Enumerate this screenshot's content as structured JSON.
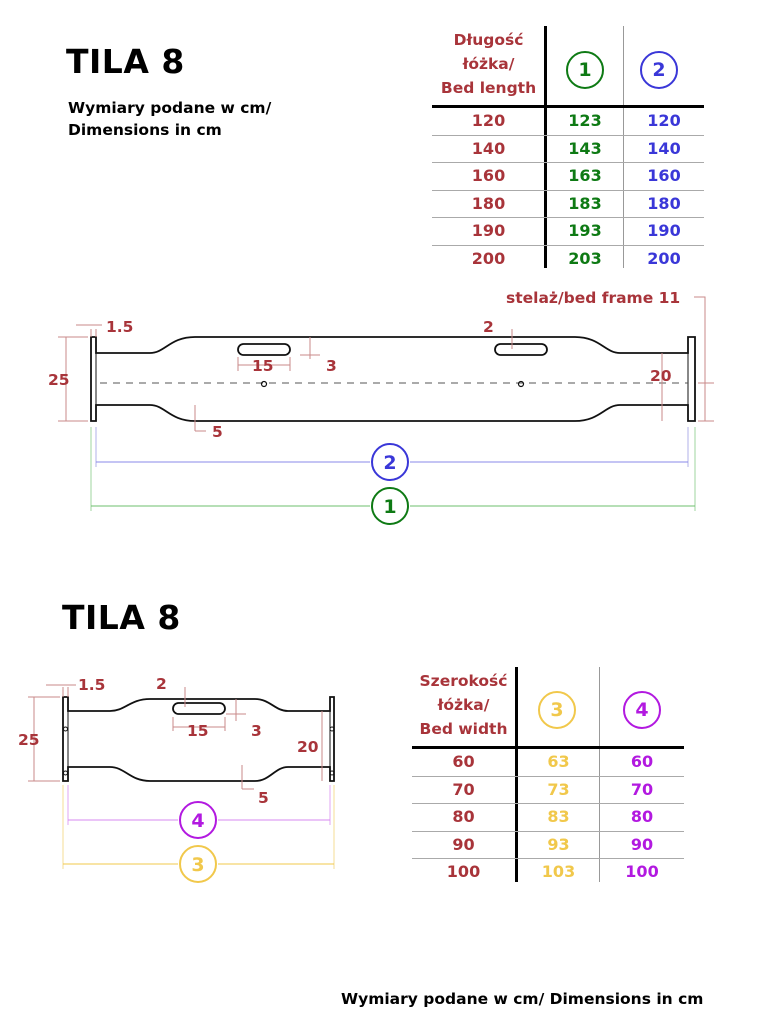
{
  "top": {
    "title": "TILA 8",
    "subtitle_line1": "Wymiary podane w cm/",
    "subtitle_line2": "Dimensions in cm",
    "table": {
      "header_line1": "Długość",
      "header_line2": "łóżka/",
      "header_line3": "Bed length",
      "col1_marker": "1",
      "col2_marker": "2",
      "rows": [
        {
          "length": "120",
          "c1": "123",
          "c2": "120"
        },
        {
          "length": "140",
          "c1": "143",
          "c2": "140"
        },
        {
          "length": "160",
          "c1": "163",
          "c2": "160"
        },
        {
          "length": "180",
          "c1": "183",
          "c2": "180"
        },
        {
          "length": "190",
          "c1": "193",
          "c2": "190"
        },
        {
          "length": "200",
          "c1": "203",
          "c2": "200"
        }
      ],
      "colors": {
        "label": "#a8343a",
        "col1": "#0e7a14",
        "col2": "#3a37d8"
      }
    },
    "drawing": {
      "bed_frame_label": "stelaż/bed frame 11",
      "dim_thickness": "1.5",
      "dim_height": "25",
      "dim_inner_height": "20",
      "dim_handle_width": "15",
      "dim_handle_height": "2",
      "dim_handle_offset": "3",
      "dim_notch": "5",
      "marker_inner": "2",
      "marker_outer": "1"
    }
  },
  "bottom": {
    "title": "TILA 8",
    "table": {
      "header_line1": "Szerokość",
      "header_line2": "łóżka/",
      "header_line3": "Bed width",
      "col3_marker": "3",
      "col4_marker": "4",
      "rows": [
        {
          "width": "60",
          "c3": "63",
          "c4": "60"
        },
        {
          "width": "70",
          "c3": "73",
          "c4": "70"
        },
        {
          "width": "80",
          "c3": "83",
          "c4": "80"
        },
        {
          "width": "90",
          "c3": "93",
          "c4": "90"
        },
        {
          "width": "100",
          "c3": "103",
          "c4": "100"
        }
      ],
      "colors": {
        "label": "#a8343a",
        "col3": "#f1c84b",
        "col4": "#b219e0"
      }
    },
    "drawing": {
      "dim_thickness": "1.5",
      "dim_height": "25",
      "dim_inner_height": "20",
      "dim_handle_width": "15",
      "dim_handle_height": "2",
      "dim_handle_offset": "3",
      "dim_notch": "5",
      "marker_inner": "4",
      "marker_outer": "3"
    }
  },
  "footer": "Wymiary podane w cm/ Dimensions in cm"
}
